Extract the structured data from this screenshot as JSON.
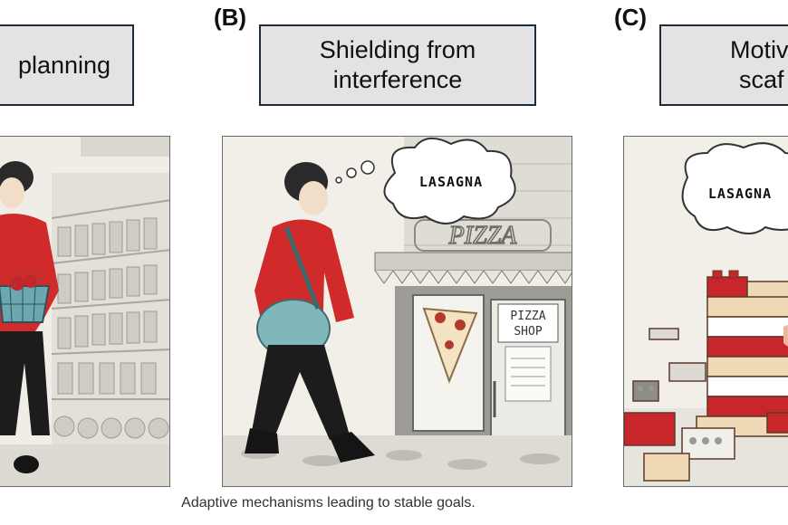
{
  "panels": [
    {
      "letter": "",
      "title_lines": [
        "planning"
      ]
    },
    {
      "letter": "(B)",
      "title_lines": [
        "Shielding from",
        "interference"
      ],
      "bubble": "LASAGNA",
      "neon": "PIZZA",
      "shop_sign": [
        "PIZZA",
        "SHOP"
      ]
    },
    {
      "letter": "(C)",
      "title_lines": [
        "Motiv",
        "scaf"
      ],
      "bubble": "LASAGNA"
    }
  ],
  "caption": "Adaptive mechanisms leading to stable goals.",
  "colors": {
    "box_fill": "#e3e3e3",
    "box_border": "#1f2d3a",
    "sweater_red": "#d02a2a",
    "bag_teal": "#7fb7bb",
    "brick_red": "#c8262a",
    "brick_tan": "#f0d9b5"
  }
}
